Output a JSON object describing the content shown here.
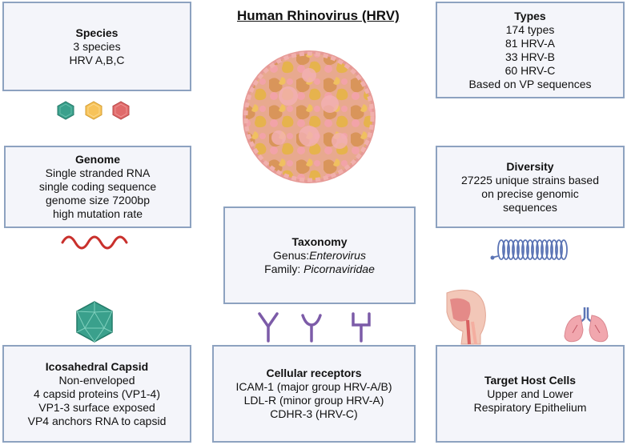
{
  "title": "Human Rhinovirus (HRV)",
  "colors": {
    "box_border": "#8da2c0",
    "box_fill": "#f4f5fa",
    "teal": "#3aa08c",
    "yellow": "#f7c35a",
    "red": "#e06a6a",
    "purple": "#7c5ba8",
    "coil": "#5b74b5"
  },
  "species": {
    "title": "Species",
    "lines": [
      "3  species",
      "HRV A,B,C"
    ]
  },
  "types": {
    "title": "Types",
    "lines": [
      "174 types",
      "81  HRV-A",
      "33 HRV-B",
      "60 HRV-C",
      "Based on VP sequences"
    ]
  },
  "genome": {
    "title": "Genome",
    "lines": [
      "Single stranded RNA",
      "single coding sequence",
      "genome size 7200bp",
      "high mutation rate"
    ]
  },
  "diversity": {
    "title": "Diversity",
    "lines": [
      "27225 unique strains based",
      "on precise genomic",
      "sequences"
    ]
  },
  "taxonomy": {
    "title": "Taxonomy",
    "genus_label": "Genus:",
    "genus_value": "Enterovirus",
    "family_label": "Family: ",
    "family_value": "Picornaviridae"
  },
  "capsid": {
    "title": "Icosahedral Capsid",
    "lines": [
      "Non-enveloped",
      "4 capsid proteins (VP1-4)",
      "VP1-3 surface exposed",
      "VP4 anchors RNA to capsid"
    ]
  },
  "receptors": {
    "title": "Cellular  receptors",
    "lines": [
      "ICAM-1 (major group HRV-A/B)",
      "LDL-R (minor group HRV-A)",
      "CDHR-3 (HRV-C)"
    ]
  },
  "target": {
    "title": "Target Host Cells",
    "lines": [
      "Upper and Lower",
      "Respiratory Epithelium"
    ]
  }
}
